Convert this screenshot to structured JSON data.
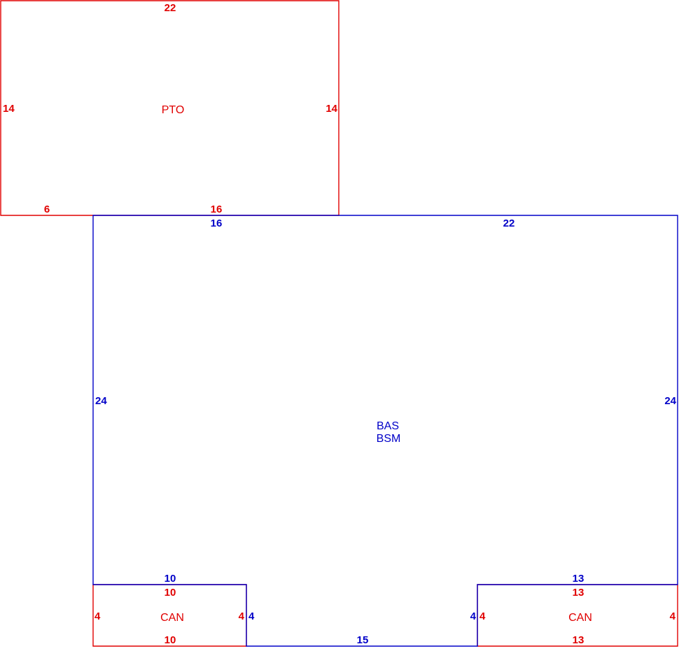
{
  "colors": {
    "red": "#e00000",
    "blue": "#0000c8"
  },
  "pto": {
    "label": "PTO",
    "top": "22",
    "left": "14",
    "right": "14",
    "bottom_left": "6",
    "bottom_right": "16"
  },
  "bas": {
    "label1": "BAS",
    "label2": "BSM",
    "top_left": "16",
    "top_right": "22",
    "left": "24",
    "right": "24",
    "bottom_left": "10",
    "bottom_right": "13",
    "notch_left": "4",
    "notch_right": "4",
    "bottom_mid": "15"
  },
  "can_left": {
    "label": "CAN",
    "top": "10",
    "bottom": "10",
    "left": "4",
    "right": "4"
  },
  "can_right": {
    "label": "CAN",
    "top": "13",
    "bottom": "13",
    "left": "4",
    "right": "4"
  }
}
